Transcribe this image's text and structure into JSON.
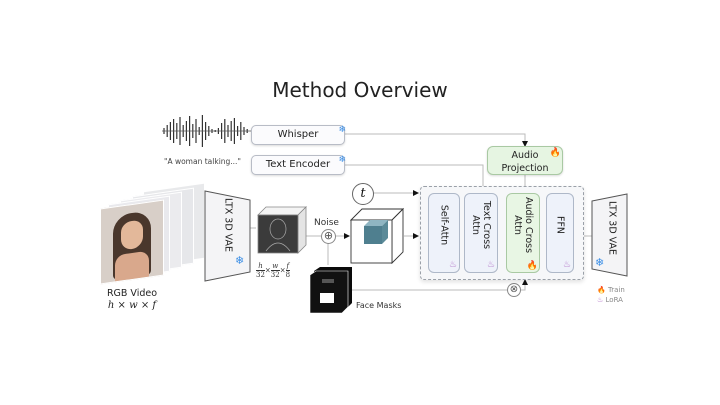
{
  "title": "Method Overview",
  "audio_input": {
    "caption": "\"A woman talking...\""
  },
  "encoders": {
    "whisper": {
      "label": "Whisper",
      "status_icon": "snowflake-icon"
    },
    "text_encoder": {
      "label": "Text Encoder",
      "status_icon": "snowflake-icon"
    }
  },
  "audio_projection": {
    "line1": "Audio",
    "line2": "Projection",
    "status_icon": "flame-icon"
  },
  "video_input": {
    "label": "RGB Video",
    "dims": "h × w × f"
  },
  "vae_encoder": {
    "label": "LTX 3D VAE",
    "status_icon": "snowflake-icon"
  },
  "vae_decoder": {
    "label": "LTX 3D VAE",
    "status_icon": "snowflake-icon"
  },
  "latent": {
    "dims_h": "h",
    "dims_w": "w",
    "dims_f": "f",
    "den_h": "32",
    "den_w": "32",
    "den_f": "8"
  },
  "noise": {
    "label": "Noise",
    "op": "⊕"
  },
  "timestep": {
    "label": "t"
  },
  "face_masks": {
    "label": "Face Masks",
    "op": "⊗"
  },
  "transformer_layers": [
    {
      "line1": "Self-Attn",
      "line2": "",
      "status": "lora"
    },
    {
      "line1": "Text Cross",
      "line2": "Attn",
      "status": "lora"
    },
    {
      "line1": "Audio Cross",
      "line2": "Attn",
      "status": "train"
    },
    {
      "line1": "FFN",
      "line2": "",
      "status": "lora"
    }
  ],
  "legend": {
    "train": {
      "label": "Train",
      "color": "#f07a1a"
    },
    "lora": {
      "label": "LoRA",
      "color": "#b479c9"
    }
  },
  "colors": {
    "snowflake": "#3a8ee6",
    "train": "#f07a1a",
    "lora": "#b479c9",
    "projection_bg": "#e6f5e2",
    "layer_bg": "#eef2fa"
  }
}
